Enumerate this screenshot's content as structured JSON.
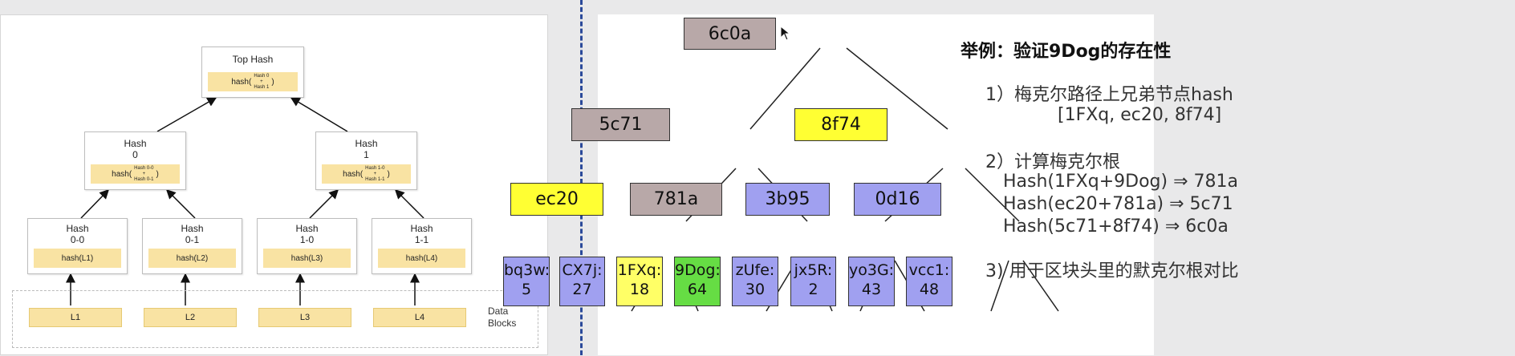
{
  "left": {
    "top_hash": {
      "label": "Top Hash",
      "fn": "hash(",
      "arg1": "Hash 0",
      "arg2": "Hash 1",
      "close": ")"
    },
    "hash0": {
      "label1": "Hash",
      "label2": "0",
      "fn": "hash(",
      "arg1": "Hash 0-0",
      "arg2": "Hash 0-1",
      "close": ")"
    },
    "hash1": {
      "label1": "Hash",
      "label2": "1",
      "fn": "hash(",
      "arg1": "Hash 1-0",
      "arg2": "Hash 1-1",
      "close": ")"
    },
    "hash00": {
      "label1": "Hash",
      "label2": "0-0",
      "fn": "hash(L1)"
    },
    "hash01": {
      "label1": "Hash",
      "label2": "0-1",
      "fn": "hash(L2)"
    },
    "hash10": {
      "label1": "Hash",
      "label2": "1-0",
      "fn": "hash(L3)"
    },
    "hash11": {
      "label1": "Hash",
      "label2": "1-1",
      "fn": "hash(L4)"
    },
    "leaves": [
      "L1",
      "L2",
      "L3",
      "L4"
    ],
    "data_blocks_label1": "Data",
    "data_blocks_label2": "Blocks"
  },
  "right": {
    "root": "6c0a",
    "l1": [
      "5c71",
      "8f74"
    ],
    "l2": [
      "ec20",
      "781a",
      "3b95",
      "0d16"
    ],
    "leaves": [
      {
        "name": "bq3w:",
        "value": "5"
      },
      {
        "name": "CX7j:",
        "value": "27"
      },
      {
        "name": "1FXq:",
        "value": "18"
      },
      {
        "name": "9Dog:",
        "value": "64"
      },
      {
        "name": "zUfe:",
        "value": "30"
      },
      {
        "name": "jx5R:",
        "value": "2"
      },
      {
        "name": "yo3G:",
        "value": "43"
      },
      {
        "name": "vcc1:",
        "value": "48"
      }
    ],
    "colors": {
      "gray": "#b8a8a8",
      "yellow": "#ffff33",
      "blue": "#a0a0f0",
      "green": "#66dd44",
      "leaf_yellow": "#ffff66"
    }
  },
  "text": {
    "title": "举例：验证9Dog的存在性",
    "step1": "1）梅克尔路径上兄弟节点hash",
    "step1_list": "[1FXq, ec20, 8f74]",
    "step2": "2）计算梅克尔根",
    "step2_a": "Hash(1FXq+9Dog) ⇒ 781a",
    "step2_b": "Hash(ec20+781a) ⇒ 5c71",
    "step2_c": "Hash(5c71+8f74) ⇒ 6c0a",
    "step3": "3) 用于区块头里的默克尔根对比"
  }
}
